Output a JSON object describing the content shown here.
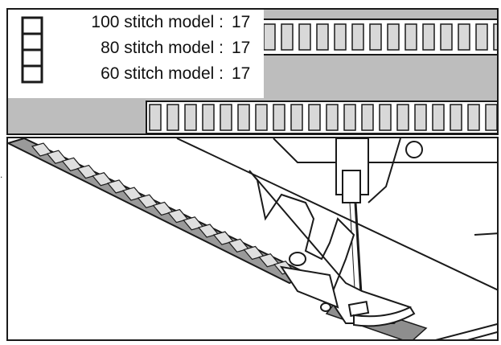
{
  "legend": {
    "rows": [
      {
        "label": "100 stitch model :",
        "value": "17"
      },
      {
        "label": "80 stitch model :",
        "value": "17"
      },
      {
        "label": "60 stitch model :",
        "value": "17"
      }
    ]
  },
  "colors": {
    "stroke": "#1a1a1a",
    "tape_gray": "#bdbdbd",
    "tape_dark": "#8e8e8e",
    "background": "#ffffff"
  },
  "icons": [
    "stitch-pattern-icon",
    "presser-foot-illustration",
    "needle-illustration"
  ]
}
